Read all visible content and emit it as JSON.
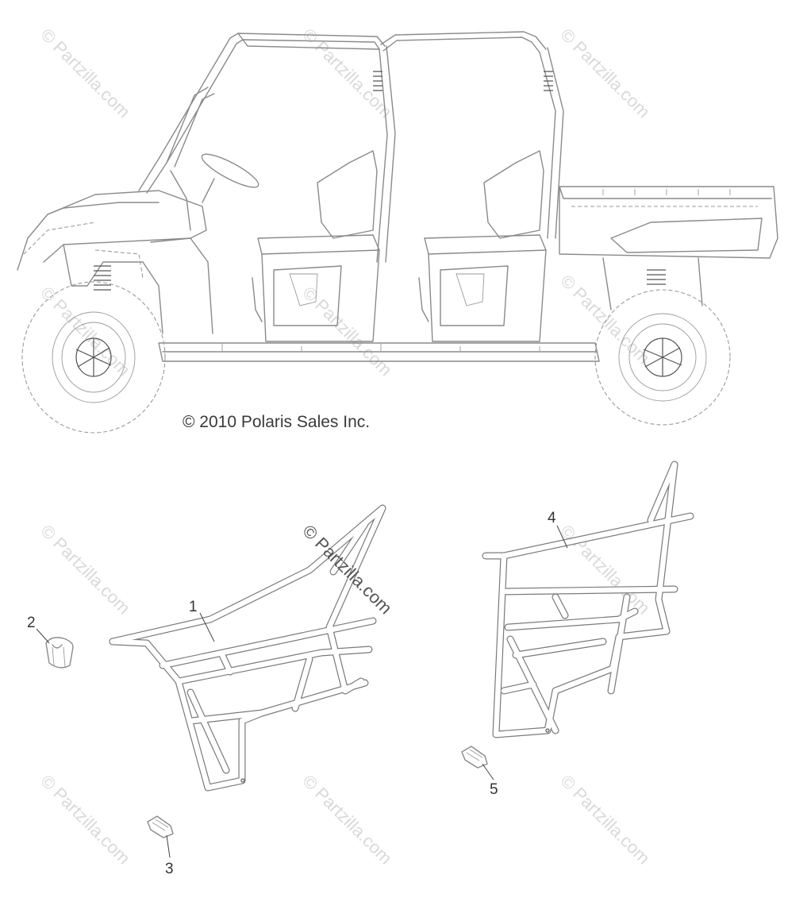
{
  "copyright": "© 2010 Polaris Sales Inc.",
  "watermark": "© Partzilla.com",
  "callouts": [
    {
      "id": "1",
      "label": "1"
    },
    {
      "id": "2",
      "label": "2"
    },
    {
      "id": "3",
      "label": "3"
    },
    {
      "id": "4",
      "label": "4"
    },
    {
      "id": "5",
      "label": "5"
    }
  ],
  "colors": {
    "linework": "#8a8a8a",
    "watermark": "#d9d9d9",
    "text": "#333333"
  }
}
